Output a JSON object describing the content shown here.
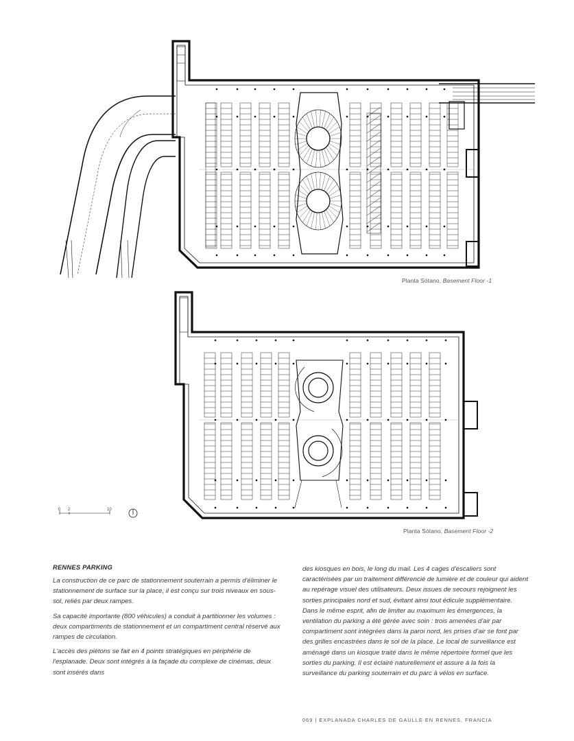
{
  "figures": {
    "upper_caption": {
      "prefix": "Planta Sótano, ",
      "italic": "Basement Floor -1"
    },
    "lower_caption": {
      "prefix": "Planta Sótano, ",
      "italic": "Basement Floor -2"
    },
    "scale_bar": {
      "labels": [
        "0",
        "2",
        "10"
      ]
    }
  },
  "article": {
    "heading": "RENNES PARKING",
    "col1": [
      "La construction de ce parc de stationnement souterrain a permis d'éliminer le stationnement de surface sur la place, il est conçu sur trois niveaux en sous-sol, reliés par deux rampes.",
      "Sa capacité importante (800 véhicules) a conduit à partitionner les volumes : deux compartiments de stationnement et un compartiment central réservé aux rampes de circulation.",
      "L'accès des piétons se fait en 4 points stratégiques en périphérie de l'esplanade. Deux sont intégrés à la façade du complexe de cinémas, deux sont insérés dans"
    ],
    "col2": [
      "des kiosques en bois, le long du mail. Les 4 cages d'escaliers sont caractérisées par un traitement différencié de lumière et de couleur qui aident au repérage visuel des utilisateurs. Deux issues de secours rejoignent les sorties principales nord et sud, évitant ainsi tout édicule supplémentaire. Dans le même esprit, afin de limiter au maximum les émergences, la ventilation du parking a été gérée avec soin : trois amenées d'air par compartiment sont intégrées dans la paroi nord, les prises d'air se font par des grilles encastrées dans le sol de la place. Le local de surveillance est aménagé dans un kiosque traité dans le même répertoire formel que les sorties du parking. Il est éclairé naturellement et assure à la fois la surveillance du parking souterrain et du parc à vélos en surface."
    ]
  },
  "footer": {
    "text": "069 | EXPLANADA CHARLES DE GAULLE EN RENNES, FRANCIA"
  }
}
